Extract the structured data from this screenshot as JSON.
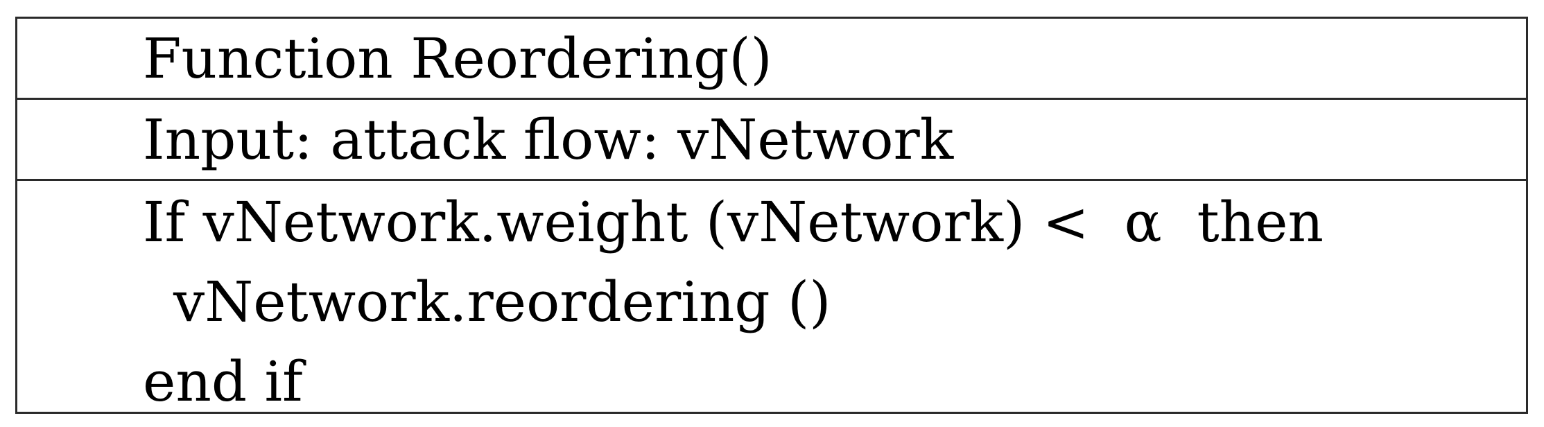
{
  "algorithm": {
    "header": "Function Reordering()",
    "input": "Input: attack flow: vNetwork",
    "body": [
      "If vNetwork.weight (vNetwork) <  α  then",
      "vNetwork.reordering ()",
      "end if"
    ]
  },
  "colors": {
    "border": "#2a2a2a",
    "text": "#000000",
    "background": "#ffffff"
  }
}
